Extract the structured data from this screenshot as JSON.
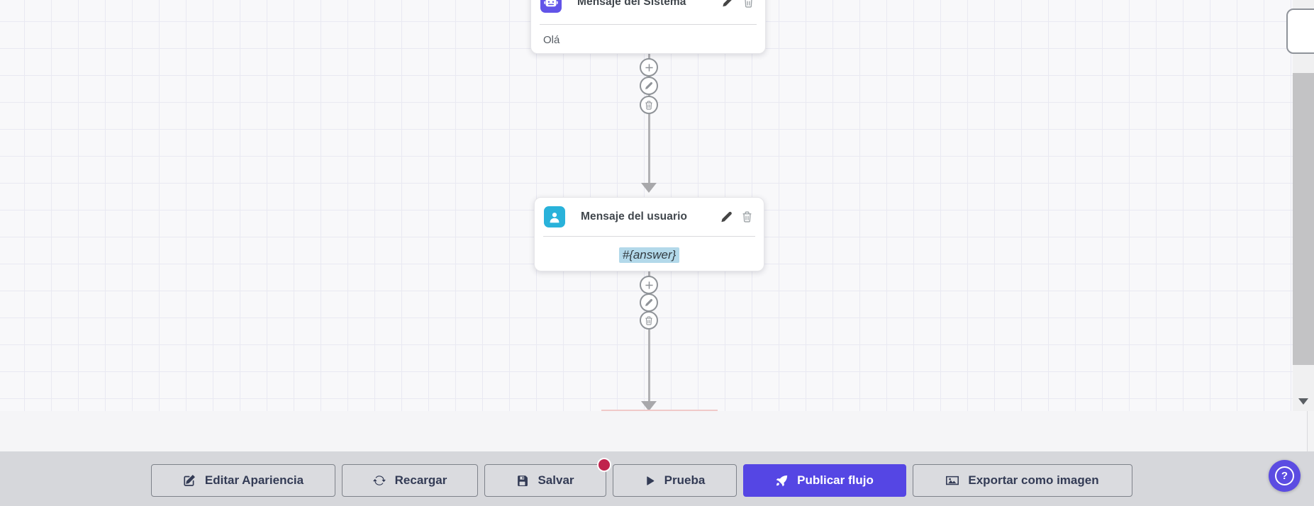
{
  "canvas": {
    "nodes": [
      {
        "title": "Mensaje del Sistema",
        "content": "Olá",
        "icon": "robot"
      },
      {
        "title": "Mensaje del usuario",
        "content": "#{answer}",
        "icon": "user"
      }
    ],
    "connector_buttons": [
      "add",
      "edit",
      "delete"
    ]
  },
  "toolbar": {
    "buttons": [
      {
        "label": "Editar Apariencia"
      },
      {
        "label": "Recargar"
      },
      {
        "label": "Salvar"
      },
      {
        "label": "Prueba"
      },
      {
        "label": "Publicar flujo"
      },
      {
        "label": "Exportar como imagen"
      }
    ]
  },
  "help_button": {
    "label": "?"
  },
  "colors": {
    "system_node_accent": "#6254e8",
    "user_node_accent": "#29b2da",
    "primary_button": "#5546e4",
    "save_badge": "#c0234d",
    "help_fab": "#5b4ce2",
    "answer_highlight": "#b3d9ea",
    "toolbar_background": "#d6d7db"
  }
}
